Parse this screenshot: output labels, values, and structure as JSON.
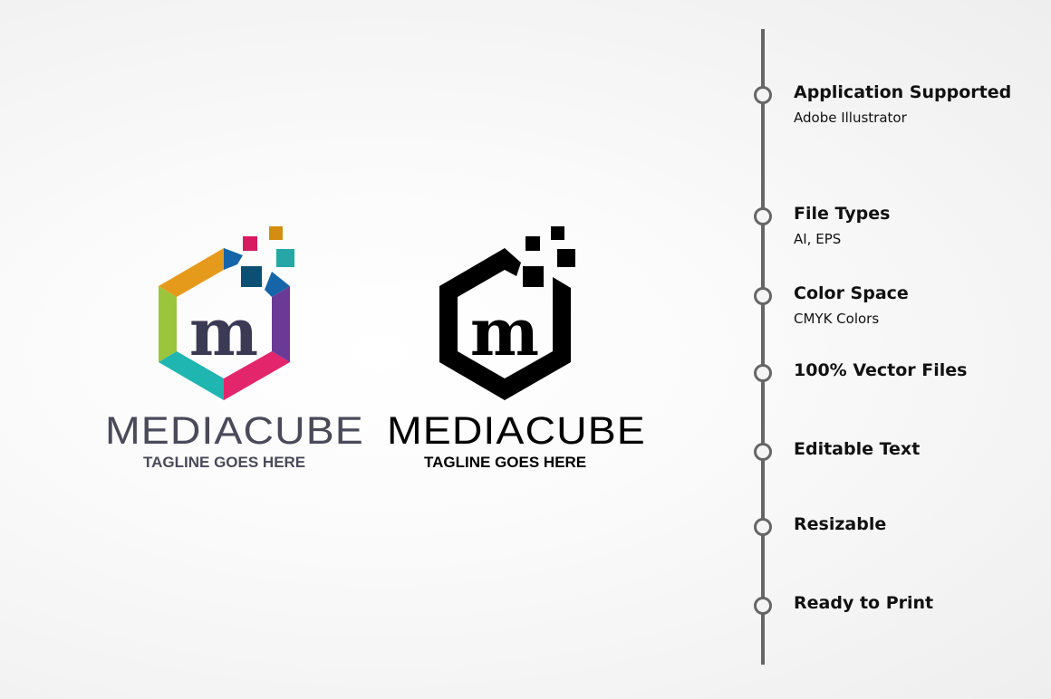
{
  "logos": [
    {
      "variant": "color",
      "name": "MEDIACUBE",
      "tagline": "TAGLINE GOES HERE",
      "letter": "m"
    },
    {
      "variant": "black",
      "name": "MEDIACUBE",
      "tagline": "TAGLINE GOES HERE",
      "letter": "m"
    }
  ],
  "features": [
    {
      "title": "Application Supported",
      "subtitle": "Adobe Illustrator"
    },
    {
      "title": "File Types",
      "subtitle": "AI, EPS"
    },
    {
      "title": "Color Space",
      "subtitle": "CMYK Colors"
    },
    {
      "title": "100% Vector Files"
    },
    {
      "title": "Editable Text"
    },
    {
      "title": "Resizable"
    },
    {
      "title": "Ready to Print"
    }
  ],
  "colors": {
    "text_gray": "#4a4a5a",
    "black": "#000000",
    "timeline": "#666666"
  }
}
